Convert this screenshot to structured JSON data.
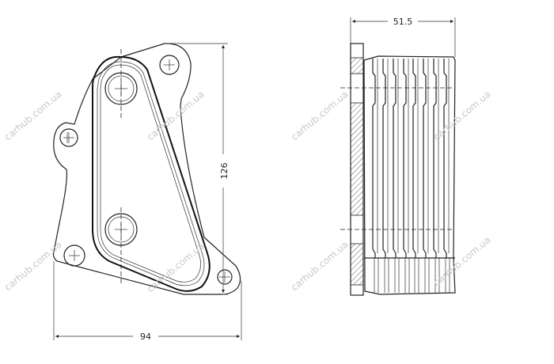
{
  "drawing": {
    "front_view": {
      "width_label": "94",
      "height_label": "126"
    },
    "side_view": {
      "depth_label": "51.5"
    },
    "watermark": "carhub.com.ua"
  }
}
